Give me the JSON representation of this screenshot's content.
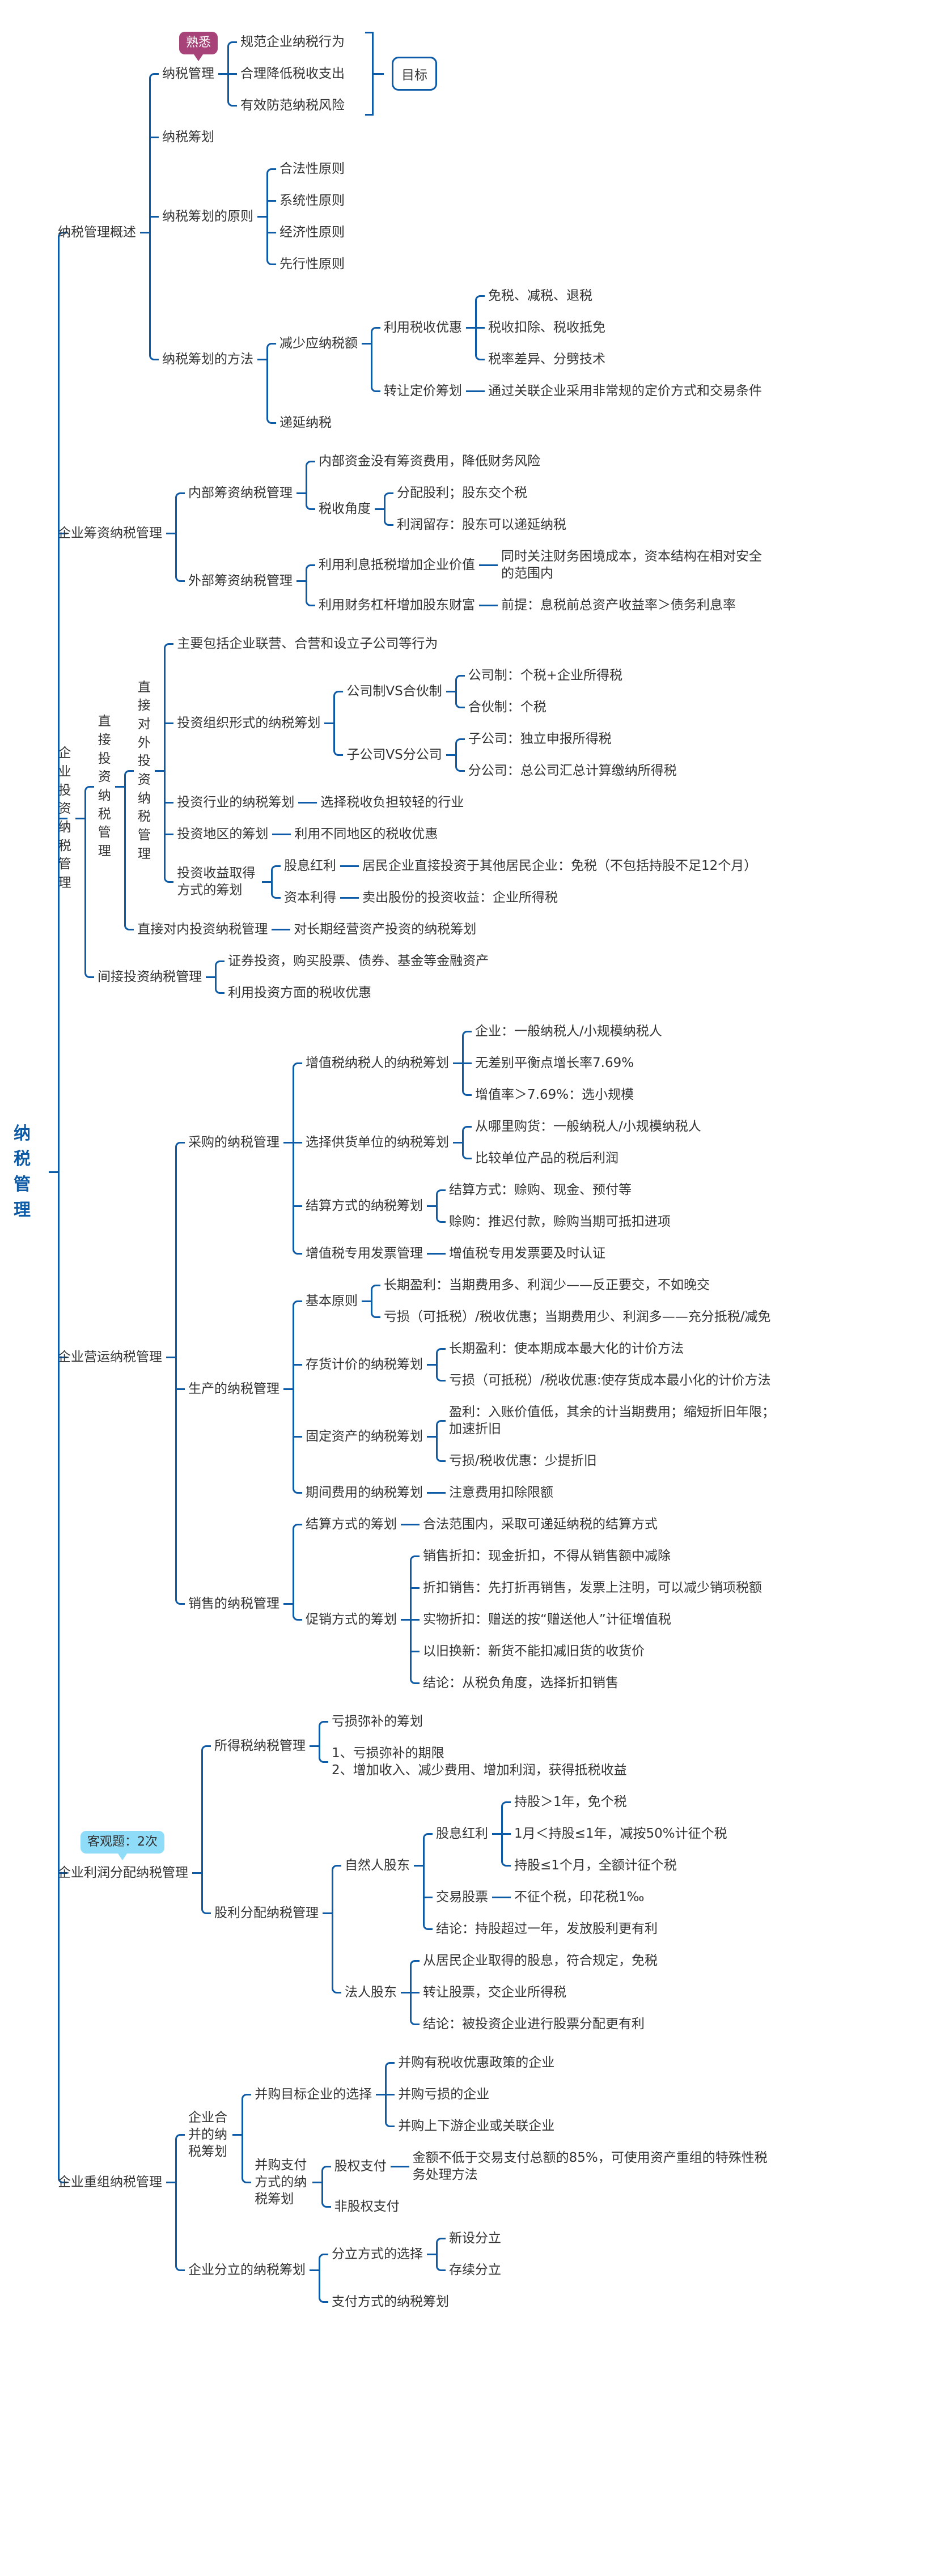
{
  "colors": {
    "line": "#0d5ba6",
    "root_text": "#0d5ba6",
    "badge_familiar": "#a8437a",
    "badge_exam": "#8fdcf8"
  },
  "tree": {
    "label": "纳税管理",
    "children": [
      {
        "label": "纳税管理概述",
        "children": [
          {
            "label": "纳税管理",
            "badge": "熟悉",
            "goal": "目标",
            "children": [
              {
                "label": "规范企业纳税行为"
              },
              {
                "label": "合理降低税收支出"
              },
              {
                "label": "有效防范纳税风险"
              }
            ]
          },
          {
            "label": "纳税筹划"
          },
          {
            "label": "纳税筹划的原则",
            "children": [
              {
                "label": "合法性原则"
              },
              {
                "label": "系统性原则"
              },
              {
                "label": "经济性原则"
              },
              {
                "label": "先行性原则"
              }
            ]
          },
          {
            "label": "纳税筹划的方法",
            "children": [
              {
                "label": "减少应纳税额",
                "children": [
                  {
                    "label": "利用税收优惠",
                    "children": [
                      {
                        "label": "免税、减税、退税"
                      },
                      {
                        "label": "税收扣除、税收抵免"
                      },
                      {
                        "label": "税率差异、分劈技术"
                      }
                    ]
                  },
                  {
                    "label": "转让定价筹划",
                    "children": [
                      {
                        "label": "通过关联企业采用非常规的定价方式和交易条件"
                      }
                    ]
                  }
                ]
              },
              {
                "label": "递延纳税"
              }
            ]
          }
        ]
      },
      {
        "label": "企业筹资纳税管理",
        "children": [
          {
            "label": "内部筹资纳税管理",
            "children": [
              {
                "label": "内部资金没有筹资费用，降低财务风险"
              },
              {
                "label": "税收角度",
                "children": [
                  {
                    "label": "分配股利；股东交个税"
                  },
                  {
                    "label": "利润留存：股东可以递延纳税"
                  }
                ]
              }
            ]
          },
          {
            "label": "外部筹资纳税管理",
            "children": [
              {
                "label": "利用利息抵税增加企业价值",
                "children": [
                  {
                    "label": "同时关注财务困境成本，资本结构在相对安全的范围内"
                  }
                ]
              },
              {
                "label": "利用财务杠杆增加股东财富",
                "children": [
                  {
                    "label": "前提：息税前总资产收益率＞债务利息率"
                  }
                ]
              }
            ]
          }
        ]
      },
      {
        "label": "企业投资纳税管理",
        "children": [
          {
            "label": "直接投资纳税管理",
            "children": [
              {
                "label": "直接对外投资纳税管理",
                "children": [
                  {
                    "label": "主要包括企业联营、合营和设立子公司等行为"
                  },
                  {
                    "label": "投资组织形式的纳税筹划",
                    "children": [
                      {
                        "label": "公司制VS合伙制",
                        "children": [
                          {
                            "label": "公司制：个税+企业所得税"
                          },
                          {
                            "label": "合伙制：个税"
                          }
                        ]
                      },
                      {
                        "label": "子公司VS分公司",
                        "children": [
                          {
                            "label": "子公司：独立申报所得税"
                          },
                          {
                            "label": "分公司：总公司汇总计算缴纳所得税"
                          }
                        ]
                      }
                    ]
                  },
                  {
                    "label": "投资行业的纳税筹划",
                    "children": [
                      {
                        "label": "选择税收负担较轻的行业"
                      }
                    ]
                  },
                  {
                    "label": "投资地区的筹划",
                    "children": [
                      {
                        "label": "利用不同地区的税收优惠"
                      }
                    ]
                  },
                  {
                    "label": "投资收益取得方式的筹划",
                    "children": [
                      {
                        "label": "股息红利",
                        "children": [
                          {
                            "label": "居民企业直接投资于其他居民企业：免税（不包括持股不足12个月）"
                          }
                        ]
                      },
                      {
                        "label": "资本利得",
                        "children": [
                          {
                            "label": "卖出股份的投资收益：企业所得税"
                          }
                        ]
                      }
                    ]
                  }
                ]
              },
              {
                "label": "直接对内投资纳税管理",
                "children": [
                  {
                    "label": "对长期经营资产投资的纳税筹划"
                  }
                ]
              }
            ]
          },
          {
            "label": "间接投资纳税管理",
            "children": [
              {
                "label": "证券投资，购买股票、债券、基金等金融资产"
              },
              {
                "label": "利用投资方面的税收优惠"
              }
            ]
          }
        ]
      },
      {
        "label": "企业营运纳税管理",
        "children": [
          {
            "label": "采购的纳税管理",
            "children": [
              {
                "label": "增值税纳税人的纳税筹划",
                "children": [
                  {
                    "label": "企业：一般纳税人/小规模纳税人"
                  },
                  {
                    "label": "无差别平衡点增长率7.69%"
                  },
                  {
                    "label": "增值率＞7.69%：选小规模"
                  }
                ]
              },
              {
                "label": "选择供货单位的纳税筹划",
                "children": [
                  {
                    "label": "从哪里购货：一般纳税人/小规模纳税人"
                  },
                  {
                    "label": "比较单位产品的税后利润"
                  }
                ]
              },
              {
                "label": "结算方式的纳税筹划",
                "children": [
                  {
                    "label": "结算方式：赊购、现金、预付等"
                  },
                  {
                    "label": "赊购：推迟付款，赊购当期可抵扣进项"
                  }
                ]
              },
              {
                "label": "增值税专用发票管理",
                "children": [
                  {
                    "label": "增值税专用发票要及时认证"
                  }
                ]
              }
            ]
          },
          {
            "label": "生产的纳税管理",
            "children": [
              {
                "label": "基本原则",
                "children": [
                  {
                    "label": "长期盈利：当期费用多、利润少——反正要交，不如晚交"
                  },
                  {
                    "label": "亏损（可抵税）/税收优惠；当期费用少、利润多——充分抵税/减免"
                  }
                ]
              },
              {
                "label": "存货计价的纳税筹划",
                "children": [
                  {
                    "label": "长期盈利：使本期成本最大化的计价方法"
                  },
                  {
                    "label": "亏损（可抵税）/税收优惠:使存货成本最小化的计价方法"
                  }
                ]
              },
              {
                "label": "固定资产的纳税筹划",
                "children": [
                  {
                    "label": "盈利：入账价值低，其余的计当期费用；缩短折旧年限；加速折旧"
                  },
                  {
                    "label": "亏损/税收优惠：少提折旧"
                  }
                ]
              },
              {
                "label": "期间费用的纳税筹划",
                "children": [
                  {
                    "label": "注意费用扣除限额"
                  }
                ]
              }
            ]
          },
          {
            "label": "销售的纳税管理",
            "children": [
              {
                "label": "结算方式的筹划",
                "children": [
                  {
                    "label": "合法范围内，采取可递延纳税的结算方式"
                  }
                ]
              },
              {
                "label": "促销方式的筹划",
                "children": [
                  {
                    "label": "销售折扣：现金折扣，不得从销售额中减除"
                  },
                  {
                    "label": "折扣销售：先打折再销售，发票上注明，可以减少销项税额"
                  },
                  {
                    "label": "实物折扣：赠送的按“赠送他人”计征增值税"
                  },
                  {
                    "label": "以旧换新：新货不能扣减旧货的收货价"
                  },
                  {
                    "label": "结论：从税负角度，选择折扣销售"
                  }
                ]
              }
            ]
          }
        ]
      },
      {
        "label": "企业利润分配纳税管理",
        "badge": "客观题：2次",
        "children": [
          {
            "label": "所得税纳税管理",
            "children": [
              {
                "label": "亏损弥补的筹划"
              },
              {
                "label": "1、亏损弥补的期限\n2、增加收入、减少费用、增加利润，获得抵税收益"
              }
            ]
          },
          {
            "label": "股利分配纳税管理",
            "children": [
              {
                "label": "自然人股东",
                "children": [
                  {
                    "label": "股息红利",
                    "children": [
                      {
                        "label": "持股＞1年，免个税"
                      },
                      {
                        "label": "1月＜持股≤1年，减按50%计征个税"
                      },
                      {
                        "label": "持股≤1个月，全额计征个税"
                      }
                    ]
                  },
                  {
                    "label": "交易股票",
                    "children": [
                      {
                        "label": "不征个税，印花税1‰"
                      }
                    ]
                  },
                  {
                    "label": "结论：持股超过一年，发放股利更有利"
                  }
                ]
              },
              {
                "label": "法人股东",
                "children": [
                  {
                    "label": "从居民企业取得的股息，符合规定，免税"
                  },
                  {
                    "label": "转让股票，交企业所得税"
                  },
                  {
                    "label": "结论：被投资企业进行股票分配更有利"
                  }
                ]
              }
            ]
          }
        ]
      },
      {
        "label": "企业重组纳税管理",
        "children": [
          {
            "label": "企业合并的纳税筹划",
            "children": [
              {
                "label": "并购目标企业的选择",
                "children": [
                  {
                    "label": "并购有税收优惠政策的企业"
                  },
                  {
                    "label": "并购亏损的企业"
                  },
                  {
                    "label": "并购上下游企业或关联企业"
                  }
                ]
              },
              {
                "label": "并购支付方式的纳税筹划",
                "children": [
                  {
                    "label": "股权支付",
                    "children": [
                      {
                        "label": "金额不低于交易支付总额的85%，可使用资产重组的特殊性税务处理方法"
                      }
                    ]
                  },
                  {
                    "label": "非股权支付"
                  }
                ]
              }
            ]
          },
          {
            "label": "企业分立的纳税筹划",
            "children": [
              {
                "label": "分立方式的选择",
                "children": [
                  {
                    "label": "新设分立"
                  },
                  {
                    "label": "存续分立"
                  }
                ]
              },
              {
                "label": "支付方式的纳税筹划"
              }
            ]
          }
        ]
      }
    ]
  }
}
